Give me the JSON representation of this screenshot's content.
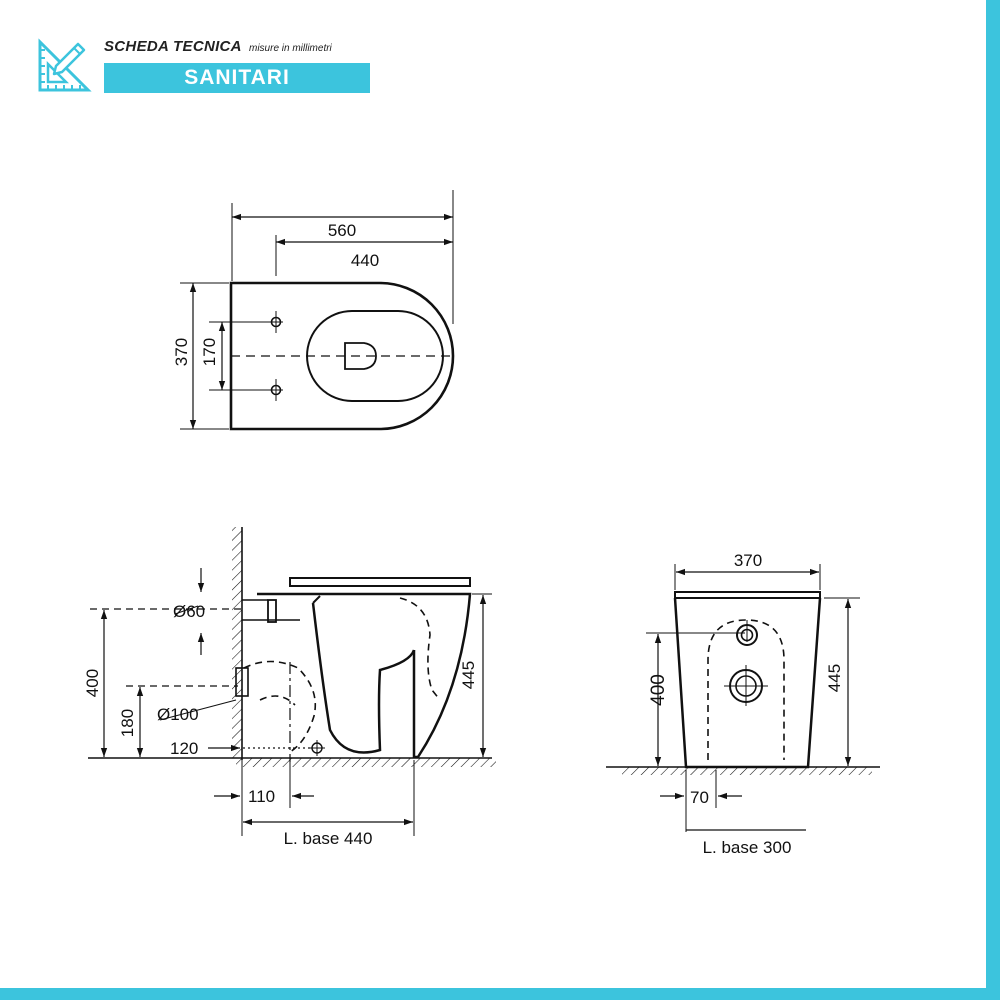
{
  "header": {
    "title": "SCHEDA TECNICA",
    "subtitle": "misure in millimetri",
    "category": "SANITARI",
    "icon": "ruler-pencil-icon"
  },
  "colors": {
    "accent": "#3cc4dd",
    "line": "#111111"
  },
  "top_view": {
    "length_total": "560",
    "length_fixing": "440",
    "width_total": "370",
    "fixing_spacing": "170"
  },
  "side_view": {
    "drain_height": "400",
    "inlet_diameter": "Ø60",
    "height_total": "445",
    "outlet_height": "180",
    "outlet_diameter": "Ø100",
    "outlet_offset": "120",
    "wall_gap": "110",
    "base_length": "L. base 440"
  },
  "front_view": {
    "width_total": "370",
    "inlet_height": "400",
    "height_total": "445",
    "base_gap": "70",
    "base_width": "L. base 300"
  }
}
